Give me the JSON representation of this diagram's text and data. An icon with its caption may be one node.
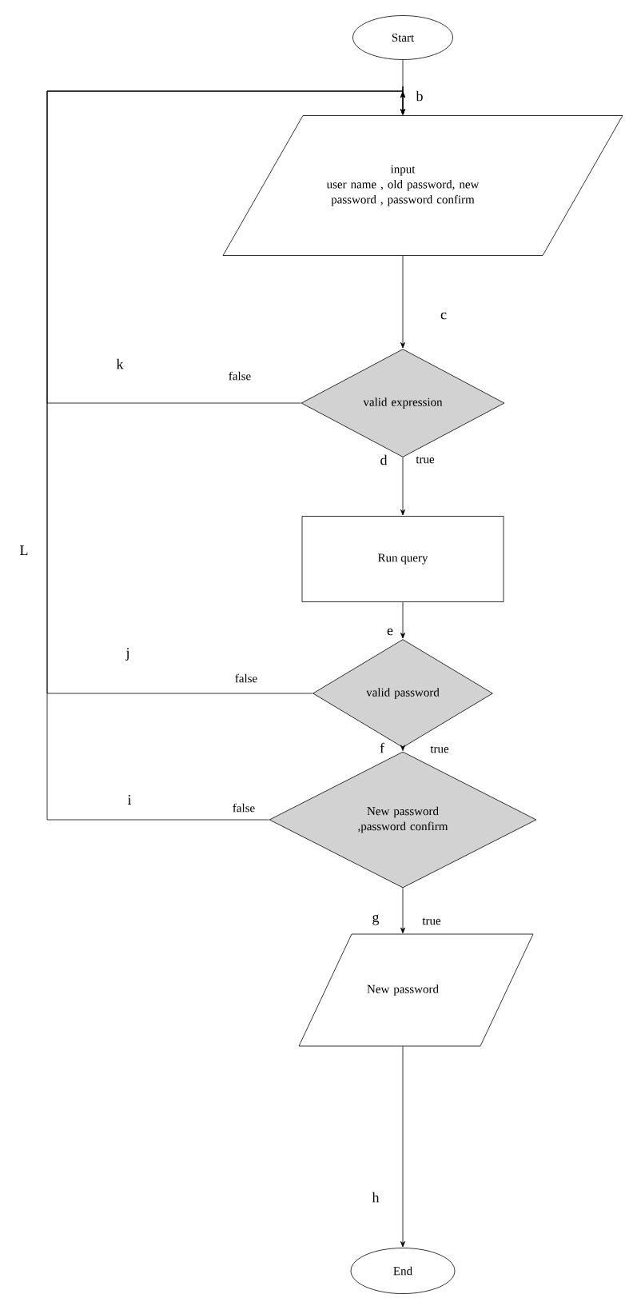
{
  "diagram": {
    "nodes": [
      {
        "text": [
          "Start"
        ]
      },
      {
        "text": [
          "input",
          "user name , old password, new password , password confirm"
        ]
      },
      {
        "text": [
          "valid expression"
        ]
      },
      {
        "text": [
          "Run query"
        ]
      },
      {
        "text": [
          "valid password"
        ]
      },
      {
        "text": [
          "New password ,password confirm"
        ]
      },
      {
        "text": [
          "New password"
        ]
      },
      {
        "text": [
          "End"
        ]
      }
    ],
    "edges": [
      {
        "from": 0,
        "to": 1,
        "arrow": "to"
      },
      {
        "from": 1,
        "to": 2,
        "arrow": "to"
      },
      {
        "from": 2,
        "to": 3,
        "arrow": "to",
        "label": "true"
      },
      {
        "from": 3,
        "to": 4,
        "arrow": "to"
      },
      {
        "from": 4,
        "to": 5,
        "arrow": "to",
        "label": "true"
      },
      {
        "from": 5,
        "to": 6,
        "arrow": "to",
        "label": "true"
      },
      {
        "from": 6,
        "to": 7,
        "arrow": "to"
      },
      {
        "from": 2,
        "to": 1,
        "arrow": "to",
        "label": "false"
      },
      {
        "from": 4,
        "to": 1,
        "arrow": "to",
        "label": "false"
      },
      {
        "from": 5,
        "to": 1,
        "arrow": "to",
        "label": "false"
      }
    ],
    "labels": [
      "b",
      "c",
      "k",
      "d",
      "L",
      "e",
      "j",
      "f",
      "i",
      "g",
      "h"
    ]
  }
}
